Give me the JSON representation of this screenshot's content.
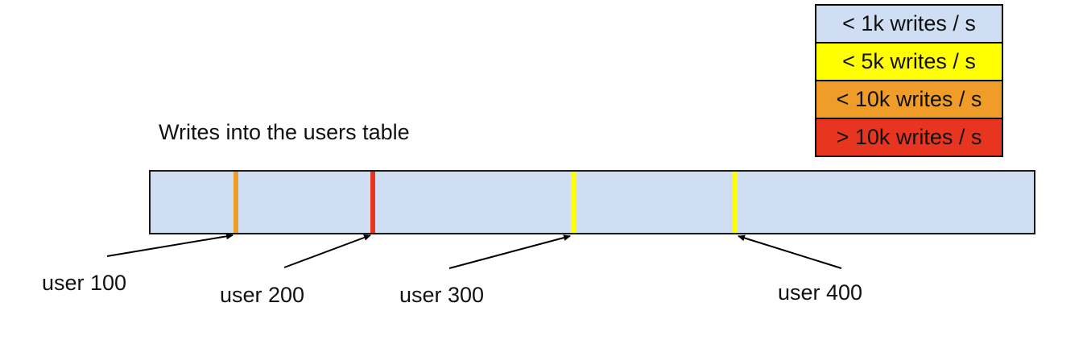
{
  "title": "Writes into the users table",
  "colors": {
    "low": "#cfdef2",
    "medium": "#ffff00",
    "high": "#f09c28",
    "critical": "#e8351f",
    "stroke": "#000000"
  },
  "legend": {
    "items": [
      {
        "label": "< 1k writes / s",
        "color": "#cfdef2"
      },
      {
        "label": "< 5k writes / s",
        "color": "#ffff00"
      },
      {
        "label": "< 10k writes / s",
        "color": "#f09c28"
      },
      {
        "label": "> 10k writes / s",
        "color": "#e8351f"
      }
    ]
  },
  "bar": {
    "fill": "#cfdef2",
    "markers": [
      {
        "user": "user 100",
        "rate": "< 10k writes / s",
        "color": "#f09c28"
      },
      {
        "user": "user 200",
        "rate": "> 10k writes / s",
        "color": "#e8351f"
      },
      {
        "user": "user 300",
        "rate": "< 5k writes / s",
        "color": "#ffff00"
      },
      {
        "user": "user 400",
        "rate": "< 5k writes / s",
        "color": "#ffff00"
      }
    ]
  },
  "labels": {
    "user100": "user 100",
    "user200": "user 200",
    "user300": "user 300",
    "user400": "user 400"
  }
}
